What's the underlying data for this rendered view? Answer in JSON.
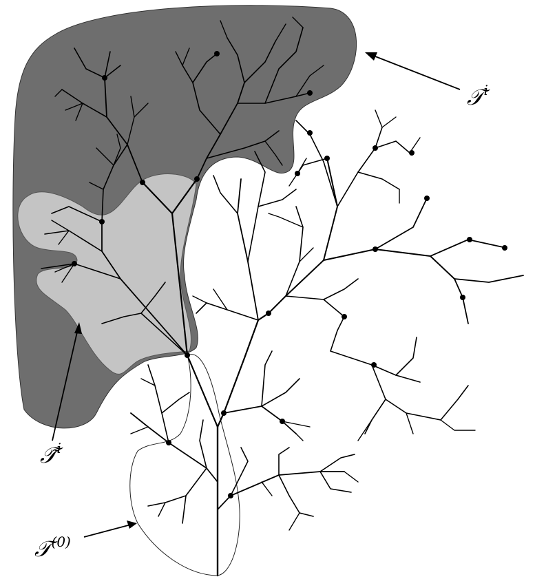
{
  "figure": {
    "labels": {
      "tree_i": {
        "main": "𝒯",
        "sup": "i"
      },
      "tree_tilde_i": {
        "main": "𝒯̃",
        "sup": "i"
      },
      "tree_0": {
        "main": "𝒯",
        "sup": "(0)"
      }
    },
    "colors": {
      "dark_region": "#6e6e6e",
      "light_region": "#c4c4c4",
      "branches": "#000000",
      "background": "#ffffff"
    }
  }
}
